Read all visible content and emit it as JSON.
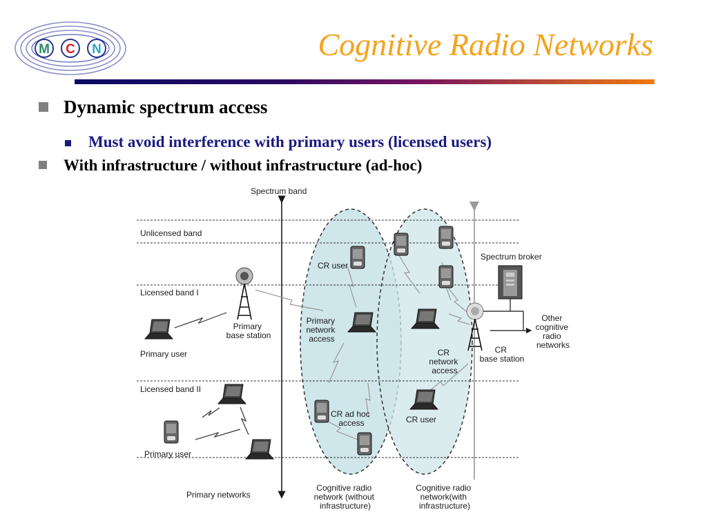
{
  "slide": {
    "title": "Cognitive Radio Networks",
    "logo_letters": [
      "M",
      "C",
      "N"
    ],
    "bullets": [
      {
        "text": "Dynamic spectrum access",
        "level": 1
      },
      {
        "text": "Must avoid interference with primary users  (licensed users)",
        "level": 2
      },
      {
        "text": "With infrastructure / without infrastructure (ad-hoc)",
        "level": 1
      }
    ]
  },
  "diagram": {
    "spectrum_axis_label": "Spectrum band",
    "bands": [
      "Unlicensed band",
      "Licensed band I",
      "Licensed band II"
    ],
    "primary_base_station": [
      "Primary",
      "base station"
    ],
    "primary_user_top": "Primary user",
    "primary_user_bottom": "Primary user",
    "primary_networks": "Primary networks",
    "cr_user_top": "CR user",
    "primary_network_access": [
      "Primary",
      "network",
      "access"
    ],
    "cr_adhoc_access": [
      "CR ad hoc",
      "access"
    ],
    "cr_network_access": [
      "CR",
      "network",
      "access"
    ],
    "cr_user_bottom": "CR user",
    "spectrum_broker": "Spectrum broker",
    "cr_base_station": [
      "CR",
      "base station"
    ],
    "other_networks": [
      "Other",
      "cognitive",
      "radio",
      "networks"
    ],
    "crn_without": [
      "Cognitive radio",
      "network (without",
      "infrastructure)"
    ],
    "crn_with": [
      "Cognitive radio",
      "network(with",
      "infrastructure)"
    ]
  },
  "colors": {
    "title": "#f4a21c",
    "bullet_level1": "#000000",
    "bullet_level2": "#1a1a80",
    "ellipse_fill": "#cfe6ea"
  }
}
